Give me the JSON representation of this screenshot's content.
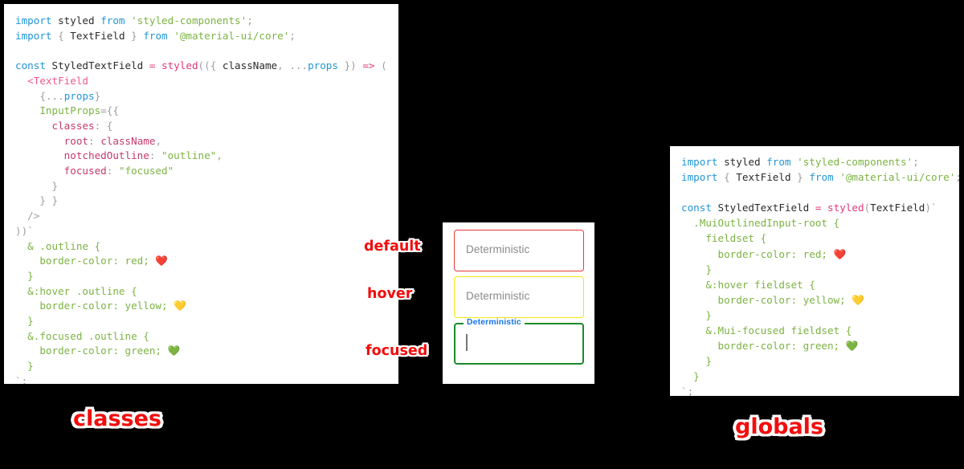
{
  "panels": {
    "classes": {
      "caption": "classes",
      "code_lines": [
        [
          {
            "t": "kw",
            "s": "import"
          },
          {
            "t": "sp",
            "s": " "
          },
          {
            "t": "plain",
            "s": "styled"
          },
          {
            "t": "sp",
            "s": " "
          },
          {
            "t": "kw",
            "s": "from"
          },
          {
            "t": "sp",
            "s": " "
          },
          {
            "t": "str",
            "s": "'styled-components'"
          },
          {
            "t": "punc",
            "s": ";"
          }
        ],
        [
          {
            "t": "kw",
            "s": "import"
          },
          {
            "t": "sp",
            "s": " "
          },
          {
            "t": "punc",
            "s": "{"
          },
          {
            "t": "sp",
            "s": " "
          },
          {
            "t": "plain",
            "s": "TextField"
          },
          {
            "t": "sp",
            "s": " "
          },
          {
            "t": "punc",
            "s": "}"
          },
          {
            "t": "sp",
            "s": " "
          },
          {
            "t": "kw",
            "s": "from"
          },
          {
            "t": "sp",
            "s": " "
          },
          {
            "t": "str",
            "s": "'@material-ui/core'"
          },
          {
            "t": "punc",
            "s": ";"
          }
        ],
        [],
        [
          {
            "t": "kw",
            "s": "const"
          },
          {
            "t": "sp",
            "s": " "
          },
          {
            "t": "plain",
            "s": "StyledTextField"
          },
          {
            "t": "sp",
            "s": " "
          },
          {
            "t": "fn",
            "s": "="
          },
          {
            "t": "sp",
            "s": " "
          },
          {
            "t": "fn",
            "s": "styled"
          },
          {
            "t": "punc",
            "s": "(({"
          },
          {
            "t": "sp",
            "s": " "
          },
          {
            "t": "plain",
            "s": "className"
          },
          {
            "t": "punc",
            "s": ","
          },
          {
            "t": "sp",
            "s": " "
          },
          {
            "t": "punc",
            "s": "..."
          },
          {
            "t": "blue",
            "s": "props"
          },
          {
            "t": "sp",
            "s": " "
          },
          {
            "t": "punc",
            "s": "})"
          },
          {
            "t": "sp",
            "s": " "
          },
          {
            "t": "fn",
            "s": "=>"
          },
          {
            "t": "sp",
            "s": " "
          },
          {
            "t": "punc",
            "s": "("
          }
        ],
        [
          {
            "t": "sp",
            "s": "  "
          },
          {
            "t": "tag",
            "s": "<TextField"
          }
        ],
        [
          {
            "t": "sp",
            "s": "    "
          },
          {
            "t": "punc",
            "s": "{..."
          },
          {
            "t": "blue",
            "s": "props"
          },
          {
            "t": "punc",
            "s": "}"
          }
        ],
        [
          {
            "t": "sp",
            "s": "    "
          },
          {
            "t": "green",
            "s": "InputProps"
          },
          {
            "t": "punc",
            "s": "={{"
          }
        ],
        [
          {
            "t": "sp",
            "s": "      "
          },
          {
            "t": "prop",
            "s": "classes"
          },
          {
            "t": "punc",
            "s": ": {"
          }
        ],
        [
          {
            "t": "sp",
            "s": "        "
          },
          {
            "t": "prop",
            "s": "root"
          },
          {
            "t": "punc",
            "s": ":"
          },
          {
            "t": "sp",
            "s": " "
          },
          {
            "t": "prop",
            "s": "className"
          },
          {
            "t": "punc",
            "s": ","
          }
        ],
        [
          {
            "t": "sp",
            "s": "        "
          },
          {
            "t": "prop",
            "s": "notchedOutline"
          },
          {
            "t": "punc",
            "s": ":"
          },
          {
            "t": "sp",
            "s": " "
          },
          {
            "t": "str",
            "s": "\"outline\""
          },
          {
            "t": "punc",
            "s": ","
          }
        ],
        [
          {
            "t": "sp",
            "s": "        "
          },
          {
            "t": "prop",
            "s": "focused"
          },
          {
            "t": "punc",
            "s": ":"
          },
          {
            "t": "sp",
            "s": " "
          },
          {
            "t": "str",
            "s": "\"focused\""
          }
        ],
        [
          {
            "t": "sp",
            "s": "      "
          },
          {
            "t": "punc",
            "s": "}"
          }
        ],
        [
          {
            "t": "sp",
            "s": "    "
          },
          {
            "t": "punc",
            "s": "} }"
          }
        ],
        [
          {
            "t": "sp",
            "s": "  "
          },
          {
            "t": "punc",
            "s": "/>"
          }
        ],
        [
          {
            "t": "punc",
            "s": "))`"
          }
        ],
        [
          {
            "t": "sp",
            "s": "  "
          },
          {
            "t": "css",
            "s": "& .outline {"
          }
        ],
        [
          {
            "t": "sp",
            "s": "    "
          },
          {
            "t": "css",
            "s": "border-color: red;"
          },
          {
            "t": "sp",
            "s": " "
          },
          {
            "t": "emoji",
            "s": "❤️"
          }
        ],
        [
          {
            "t": "sp",
            "s": "  "
          },
          {
            "t": "css",
            "s": "}"
          }
        ],
        [
          {
            "t": "sp",
            "s": "  "
          },
          {
            "t": "css",
            "s": "&:hover .outline {"
          }
        ],
        [
          {
            "t": "sp",
            "s": "    "
          },
          {
            "t": "css",
            "s": "border-color: yellow;"
          },
          {
            "t": "sp",
            "s": " "
          },
          {
            "t": "emoji",
            "s": "💛"
          }
        ],
        [
          {
            "t": "sp",
            "s": "  "
          },
          {
            "t": "css",
            "s": "}"
          }
        ],
        [
          {
            "t": "sp",
            "s": "  "
          },
          {
            "t": "css",
            "s": "&.focused .outline {"
          }
        ],
        [
          {
            "t": "sp",
            "s": "    "
          },
          {
            "t": "css",
            "s": "border-color: green;"
          },
          {
            "t": "sp",
            "s": " "
          },
          {
            "t": "emoji",
            "s": "💚"
          }
        ],
        [
          {
            "t": "sp",
            "s": "  "
          },
          {
            "t": "css",
            "s": "}"
          }
        ],
        [
          {
            "t": "punc",
            "s": "`;"
          }
        ]
      ]
    },
    "globals": {
      "caption": "globals",
      "code_lines": [
        [
          {
            "t": "kw",
            "s": "import"
          },
          {
            "t": "sp",
            "s": " "
          },
          {
            "t": "plain",
            "s": "styled"
          },
          {
            "t": "sp",
            "s": " "
          },
          {
            "t": "kw",
            "s": "from"
          },
          {
            "t": "sp",
            "s": " "
          },
          {
            "t": "str",
            "s": "'styled-components'"
          },
          {
            "t": "punc",
            "s": ";"
          }
        ],
        [
          {
            "t": "kw",
            "s": "import"
          },
          {
            "t": "sp",
            "s": " "
          },
          {
            "t": "punc",
            "s": "{"
          },
          {
            "t": "sp",
            "s": " "
          },
          {
            "t": "plain",
            "s": "TextField"
          },
          {
            "t": "sp",
            "s": " "
          },
          {
            "t": "punc",
            "s": "}"
          },
          {
            "t": "sp",
            "s": " "
          },
          {
            "t": "kw",
            "s": "from"
          },
          {
            "t": "sp",
            "s": " "
          },
          {
            "t": "str",
            "s": "'@material-ui/core'"
          },
          {
            "t": "punc",
            "s": ";"
          }
        ],
        [],
        [
          {
            "t": "kw",
            "s": "const"
          },
          {
            "t": "sp",
            "s": " "
          },
          {
            "t": "plain",
            "s": "StyledTextField"
          },
          {
            "t": "sp",
            "s": " "
          },
          {
            "t": "fn",
            "s": "="
          },
          {
            "t": "sp",
            "s": " "
          },
          {
            "t": "fn",
            "s": "styled"
          },
          {
            "t": "punc",
            "s": "("
          },
          {
            "t": "plain",
            "s": "TextField"
          },
          {
            "t": "punc",
            "s": ")`"
          }
        ],
        [
          {
            "t": "sp",
            "s": "  "
          },
          {
            "t": "css",
            "s": ".MuiOutlinedInput-root {"
          }
        ],
        [
          {
            "t": "sp",
            "s": "    "
          },
          {
            "t": "css",
            "s": "fieldset {"
          }
        ],
        [
          {
            "t": "sp",
            "s": "      "
          },
          {
            "t": "css",
            "s": "border-color: red;"
          },
          {
            "t": "sp",
            "s": " "
          },
          {
            "t": "emoji",
            "s": "❤️"
          }
        ],
        [
          {
            "t": "sp",
            "s": "    "
          },
          {
            "t": "css",
            "s": "}"
          }
        ],
        [
          {
            "t": "sp",
            "s": "    "
          },
          {
            "t": "css",
            "s": "&:hover fieldset {"
          }
        ],
        [
          {
            "t": "sp",
            "s": "      "
          },
          {
            "t": "css",
            "s": "border-color: yellow;"
          },
          {
            "t": "sp",
            "s": " "
          },
          {
            "t": "emoji",
            "s": "💛"
          }
        ],
        [
          {
            "t": "sp",
            "s": "    "
          },
          {
            "t": "css",
            "s": "}"
          }
        ],
        [
          {
            "t": "sp",
            "s": "    "
          },
          {
            "t": "css",
            "s": "&.Mui-focused fieldset {"
          }
        ],
        [
          {
            "t": "sp",
            "s": "      "
          },
          {
            "t": "css",
            "s": "border-color: green;"
          },
          {
            "t": "sp",
            "s": " "
          },
          {
            "t": "emoji",
            "s": "💚"
          }
        ],
        [
          {
            "t": "sp",
            "s": "    "
          },
          {
            "t": "css",
            "s": "}"
          }
        ],
        [
          {
            "t": "sp",
            "s": "  "
          },
          {
            "t": "css",
            "s": "}"
          }
        ],
        [
          {
            "t": "punc",
            "s": "`;"
          }
        ]
      ]
    }
  },
  "demo": {
    "state_labels": {
      "default": "default",
      "hover": "hover",
      "focused": "focused"
    },
    "fields": {
      "default": {
        "text": "Deterministic",
        "border_color": "#e53935"
      },
      "hover": {
        "text": "Deterministic",
        "border_color": "#f5e614"
      },
      "focused": {
        "label": "Deterministic",
        "value": "",
        "border_color": "#1b8a2a",
        "label_color": "#1a73e8"
      }
    }
  },
  "colors": {
    "background": "#000000",
    "panel_bg": "#ffffff",
    "keyword": "#2196d6",
    "string": "#7cb342",
    "function": "#e0387a",
    "property": "#c5396c",
    "punctuation": "#9e9e9e",
    "plain": "#2b2b2b",
    "label_red": "#f20d0d"
  }
}
